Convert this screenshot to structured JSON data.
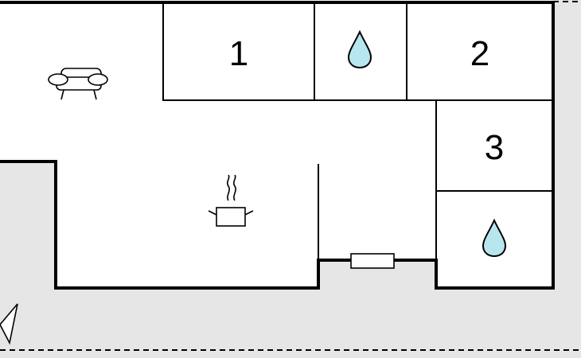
{
  "rooms": [
    {
      "label": "1"
    },
    {
      "label": "2"
    },
    {
      "label": "3"
    }
  ],
  "icons": {
    "living": "sofa-icon",
    "kitchen": "cooking-pot-icon",
    "bath": "water-drop-icon",
    "heater": "radiator-icon",
    "north": "compass-arrow-icon"
  },
  "colors": {
    "wall": "#000000",
    "floor": "#ffffff",
    "outside": "#e6e6e6",
    "water": "#b8e6ee"
  }
}
